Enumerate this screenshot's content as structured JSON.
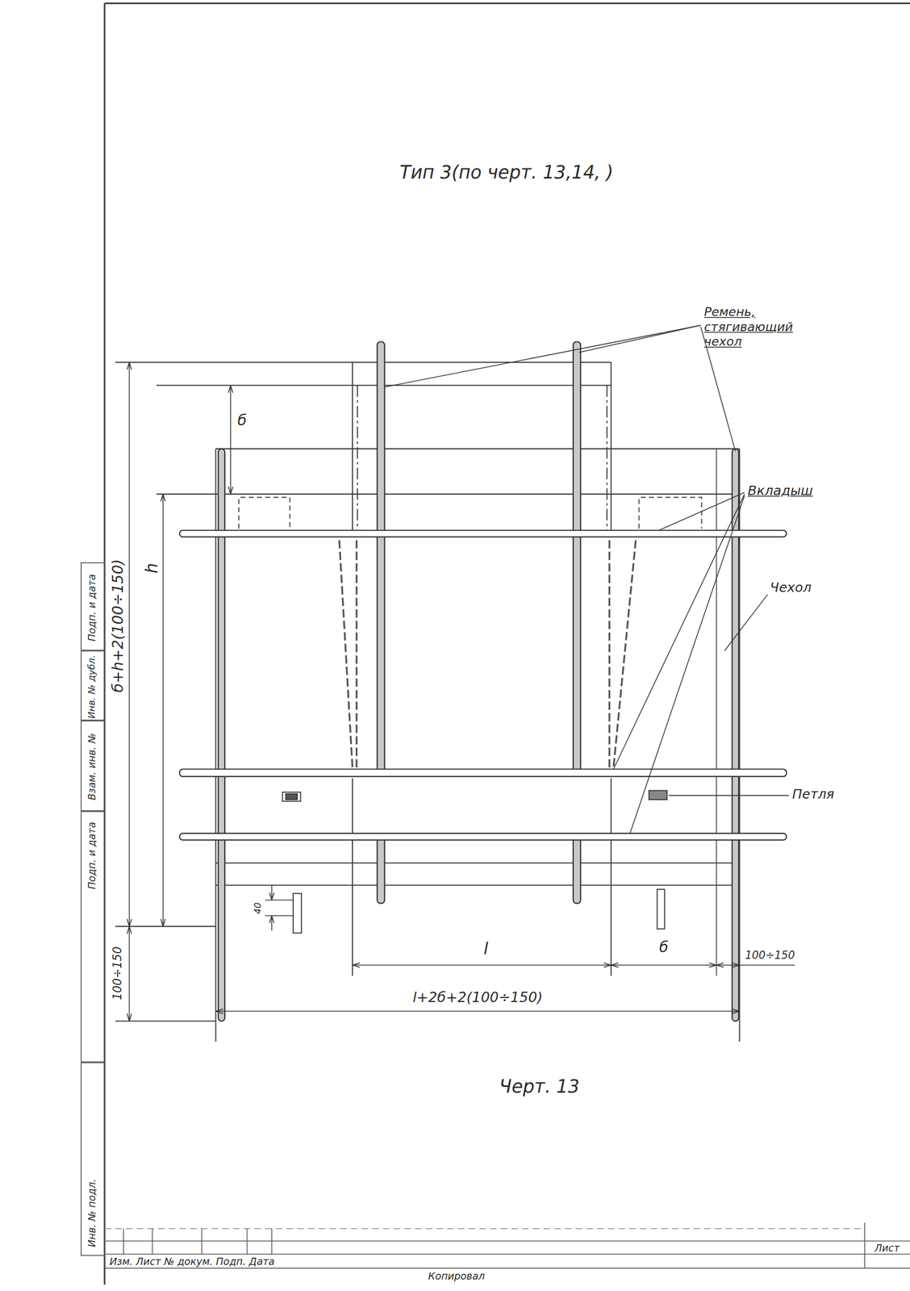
{
  "diagram": {
    "title": "Тип 3(по черт. 13,14, )",
    "caption": "Черт. 13",
    "nodes": [
      {
        "text": [
          "Подп. и дата"
        ]
      },
      {
        "text": [
          "Инв. № дубл."
        ]
      },
      {
        "text": [
          "Взам. инв. №"
        ]
      },
      {
        "text": [
          "Подп. и дата"
        ]
      },
      {
        "text": [
          "Инв. № подл."
        ]
      }
    ],
    "labels": [
      "Ремень, стягивающий чехол",
      "Вкладыш",
      "Чехол",
      "Петля",
      "б",
      "б+h+2(100÷150)",
      "h",
      "100÷150",
      "40",
      "l",
      "б",
      "100÷150",
      "l+2б+2(100÷150)",
      "Изм. Лист № докум. Подп. Дата",
      "Копировал",
      "Лист"
    ]
  }
}
